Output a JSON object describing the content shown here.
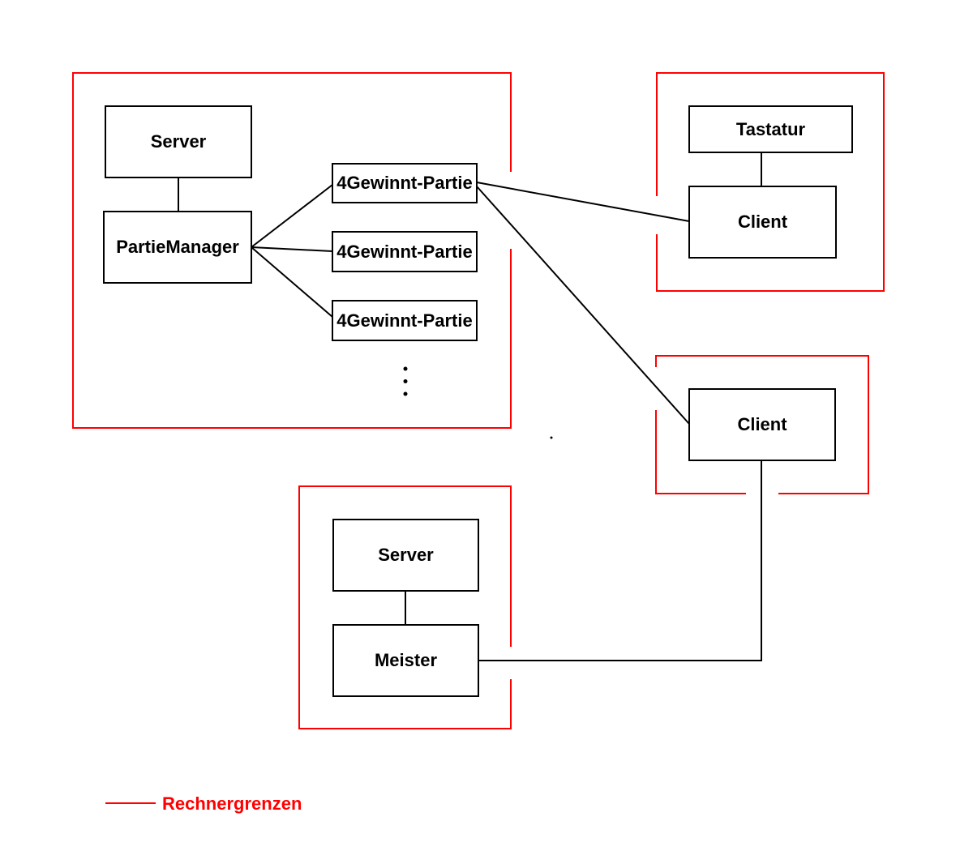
{
  "colors": {
    "boundary": "#ff0000",
    "connector": "#000000",
    "node_border": "#000000",
    "node_fill": "#ffffff",
    "background": "#ffffff"
  },
  "nodes": {
    "server_top": {
      "label": "Server"
    },
    "partie_manager": {
      "label": "PartieManager"
    },
    "partie_1": {
      "label": "4Gewinnt-Partie"
    },
    "partie_2": {
      "label": "4Gewinnt-Partie"
    },
    "partie_3": {
      "label": "4Gewinnt-Partie"
    },
    "tastatur": {
      "label": "Tastatur"
    },
    "client_top": {
      "label": "Client"
    },
    "client_mid": {
      "label": "Client"
    },
    "server_bottom": {
      "label": "Server"
    },
    "meister": {
      "label": "Meister"
    }
  },
  "legend": {
    "label": "Rechnergrenzen"
  }
}
